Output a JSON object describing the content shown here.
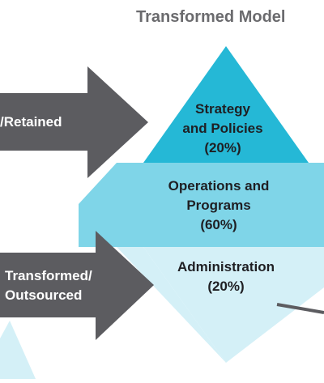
{
  "title": "Transformed Model",
  "arrows": {
    "top_label": "/Retained",
    "bottom_label_lines": [
      "Transformed/",
      "Outsourced"
    ]
  },
  "diamond": {
    "sections": [
      {
        "lines": [
          "Strategy",
          "and Policies",
          "(20%)"
        ],
        "color": "#25b8d6"
      },
      {
        "lines": [
          "Operations and",
          "Programs",
          "(60%)"
        ],
        "color": "#7fd5e8"
      },
      {
        "lines": [
          "Administration",
          "(20%)"
        ],
        "color": "#d4f0f7"
      }
    ]
  },
  "colors": {
    "arrow": "#5c5c60",
    "title": "#6b6b6e"
  }
}
